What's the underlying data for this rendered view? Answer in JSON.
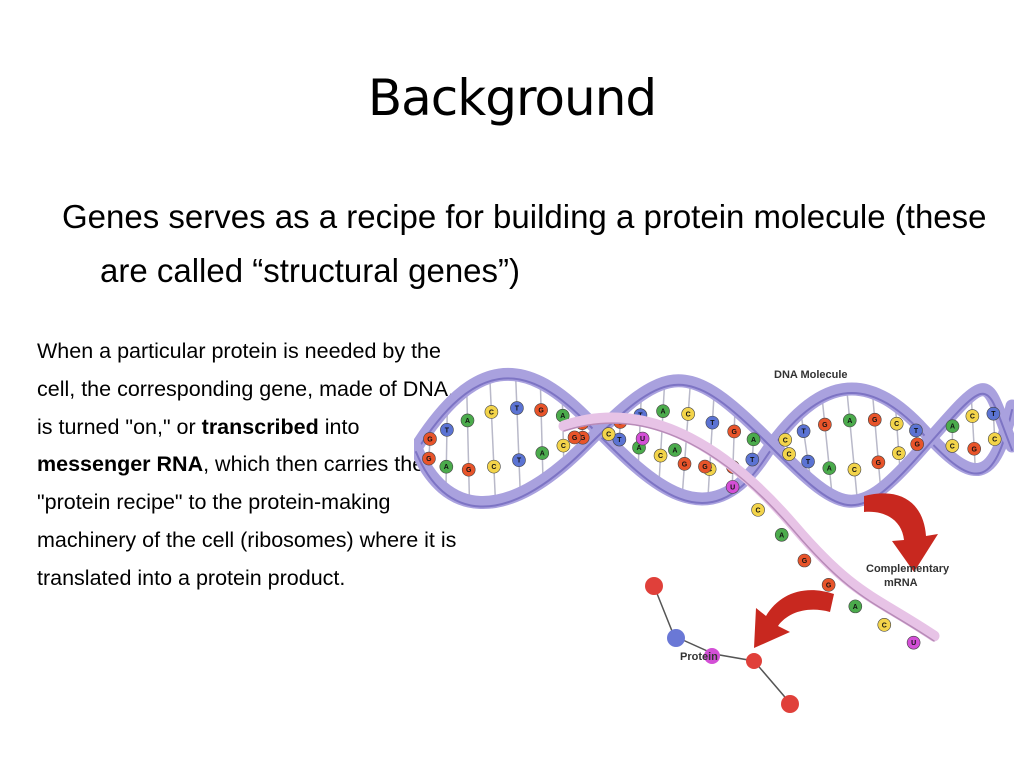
{
  "slide": {
    "title": "Background",
    "bullet": "Genes serves as a recipe for building a protein molecule (these are called “structural genes”)",
    "paragraph": {
      "part1": "When a particular protein is needed by the cell, the corresponding gene, made of DNA, is turned \"on,\" or ",
      "bold1": "transcribed",
      "part2": " into ",
      "bold2": "messenger RNA",
      "part3": ", which then carries the \"protein recipe\" to the protein-making machinery of the cell (ribosomes) where it is translated into a protein product."
    }
  },
  "figure": {
    "labels": {
      "dna": "DNA Molecule",
      "mrna_line1": "Complementary",
      "mrna_line2": "mRNA",
      "protein": "Protein"
    },
    "colors": {
      "backbone": "#a9a1de",
      "mrna_strand": "#e7c3e6",
      "arrow": "#c8281f",
      "base_orange": "#e8542a",
      "base_green": "#4bab4c",
      "base_blue": "#5b73d3",
      "base_yellow": "#f3d44a",
      "base_purple": "#d34fd6"
    },
    "bases_top": [
      "C",
      "G",
      "T",
      "A",
      "C",
      "T",
      "G",
      "A",
      "G",
      "C",
      "T",
      "A",
      "C",
      "G"
    ],
    "bases_mrna": [
      "G",
      "C",
      "U",
      "A",
      "G",
      "U",
      "C",
      "A",
      "G",
      "G",
      "A",
      "C",
      "U"
    ],
    "icons": [
      "dna-helix-icon",
      "curved-arrow-icon",
      "protein-chain-icon"
    ]
  }
}
